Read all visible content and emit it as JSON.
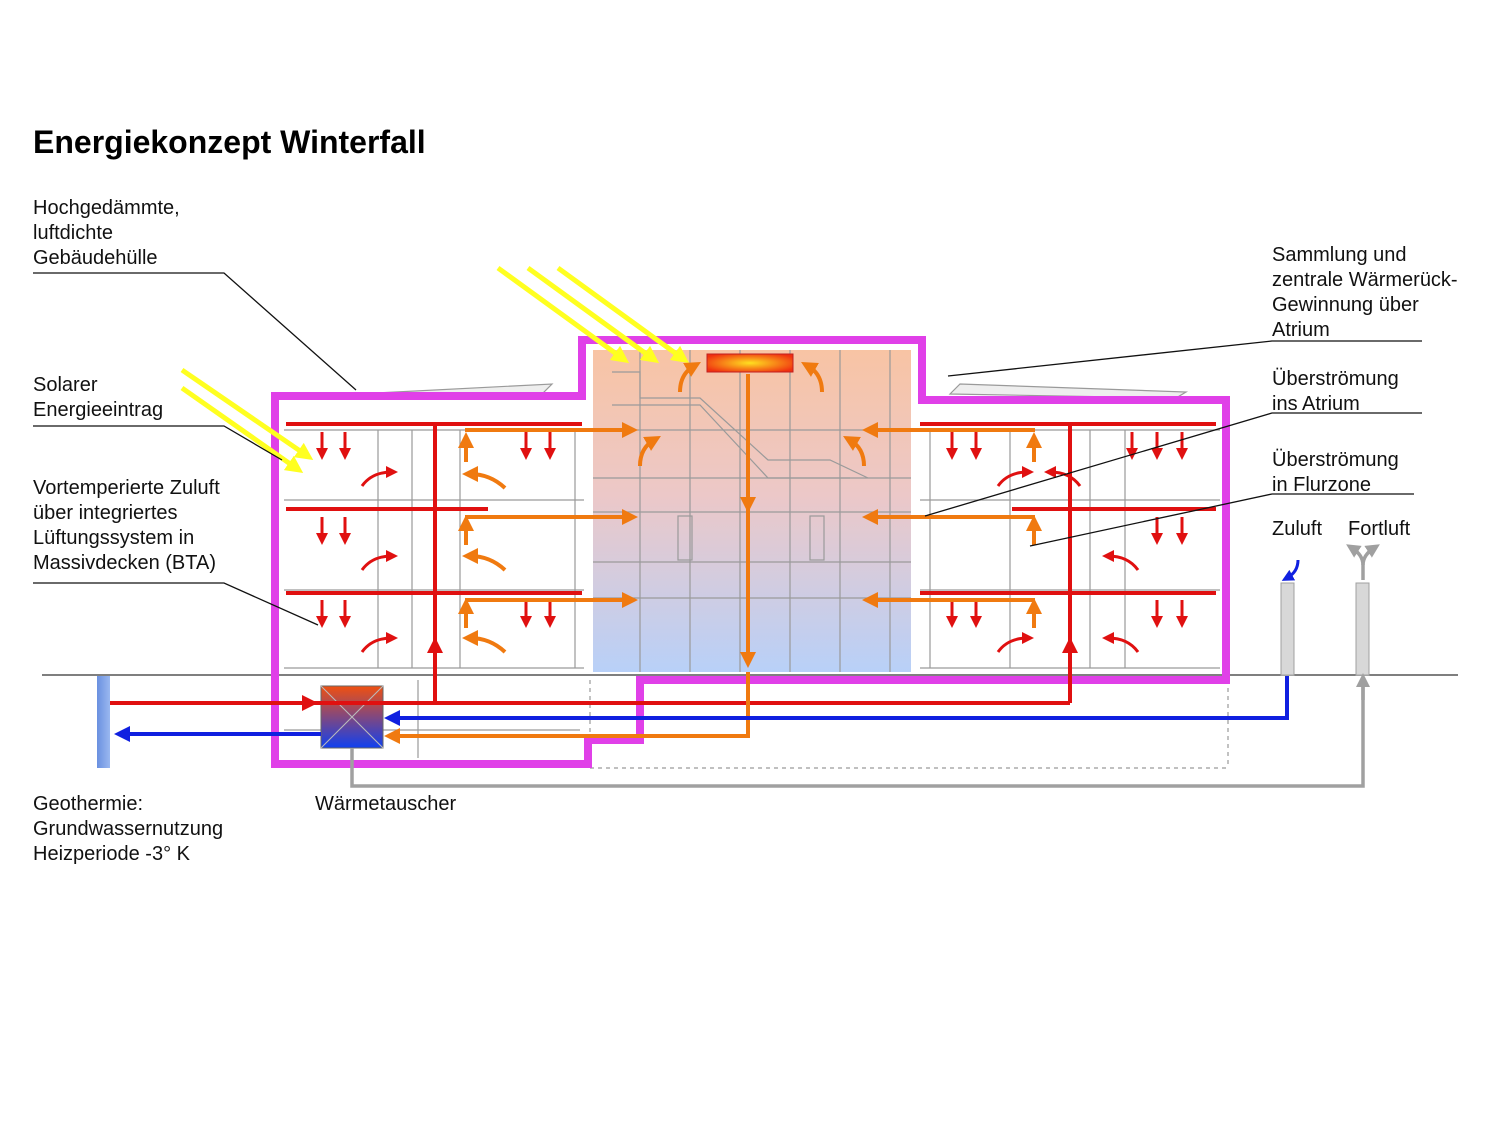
{
  "title": "Energiekonzept Winterfall",
  "labels": {
    "envelope": [
      "Hochgedämmte,",
      "luftdichte",
      "Gebäudehülle"
    ],
    "solar": [
      "Solarer",
      "Energieeintrag"
    ],
    "supply_air": [
      "Vortemperierte Zuluft",
      "über integriertes",
      "Lüftungssystem in",
      "Massivdecken (BTA)"
    ],
    "collection": [
      "Sammlung und",
      "zentrale Wärmerück-",
      "Gewinnung über",
      "Atrium"
    ],
    "overflow_atrium": [
      "Überströmung",
      "ins Atrium"
    ],
    "overflow_corridor": [
      "Überströmung",
      "in Flurzone"
    ],
    "zuluft": "Zuluft",
    "fortluft": "Fortluft",
    "geothermal": [
      "Geothermie:",
      "Grundwassernutzung",
      "Heizperiode -3° K"
    ],
    "heat_exchanger": "Wärmetauscher"
  },
  "colors": {
    "envelope": "#e040e8",
    "warm_supply": "#e01010",
    "exhaust_warm": "#f07a10",
    "cold_return": "#1020e0",
    "solar_rays": "#ffff20",
    "outside_air": "#a0a0a0",
    "atrium_top": "#f8c0a0",
    "atrium_bottom": "#b8d0f8"
  }
}
